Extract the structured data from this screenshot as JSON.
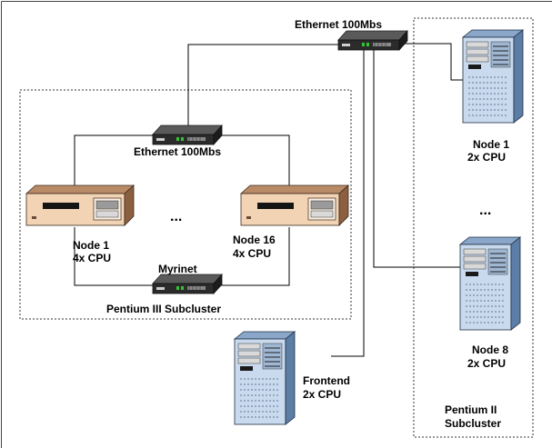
{
  "diagram": {
    "top_switch_label": "Ethernet 100Mbs",
    "p3": {
      "title": "Pentium III Subcluster",
      "switch_label": "Ethernet 100Mbs",
      "myrinet_label": "Myrinet",
      "node_first": {
        "name": "Node 1",
        "spec": "4x CPU"
      },
      "node_last": {
        "name": "Node 16",
        "spec": "4x CPU"
      },
      "ellipsis": "..."
    },
    "p2": {
      "title_line1": "Pentium II",
      "title_line2": "Subcluster",
      "node_first": {
        "name": "Node 1",
        "spec": "2x CPU"
      },
      "node_last": {
        "name": "Node 8",
        "spec": "2x CPU"
      },
      "ellipsis": "..."
    },
    "frontend": {
      "name": "Frontend",
      "spec": "2x CPU"
    }
  }
}
